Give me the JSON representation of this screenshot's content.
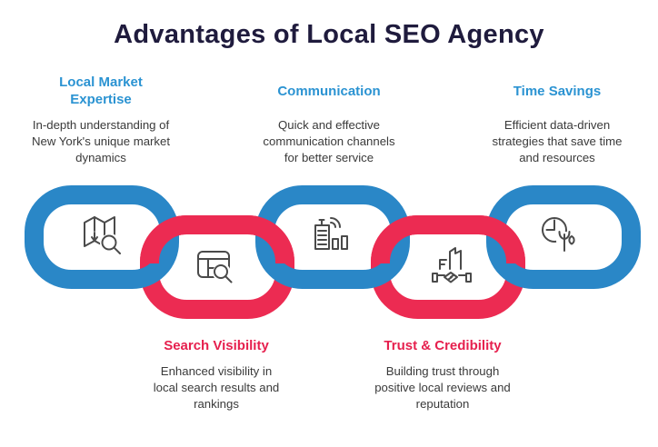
{
  "title": "Advantages of Local SEO Agency",
  "colors": {
    "background": "#FFFFFF",
    "title": "#1F1B3D",
    "heading_blue": "#2B93D2",
    "heading_red": "#E6204E",
    "chain_blue": "#2A87C7",
    "chain_red": "#EC2B52",
    "body_text": "#3A3A3A",
    "icon_stroke": "#4A4A4A"
  },
  "items": [
    {
      "heading": "Local Market\nExpertise",
      "description": "In-depth understanding of\nNew York's unique market\ndynamics",
      "icon": "map-search-icon",
      "accent": "blue",
      "row": "top"
    },
    {
      "heading": "Search Visibility",
      "description": "Enhanced visibility in\nlocal search results and\nrankings",
      "icon": "table-search-icon",
      "accent": "red",
      "row": "bottom"
    },
    {
      "heading": "Communication",
      "description": "Quick and effective\ncommunication channels\nfor better service",
      "icon": "city-signal-icon",
      "accent": "blue",
      "row": "top"
    },
    {
      "heading": "Trust & Credibility",
      "description": "Building trust through\npositive local reviews and\nreputation",
      "icon": "handshake-icon",
      "accent": "red",
      "row": "bottom"
    },
    {
      "heading": "Time Savings",
      "description": "Efficient data-driven\nstrategies that save time\nand resources",
      "icon": "clock-plant-icon",
      "accent": "blue",
      "row": "top"
    }
  ]
}
